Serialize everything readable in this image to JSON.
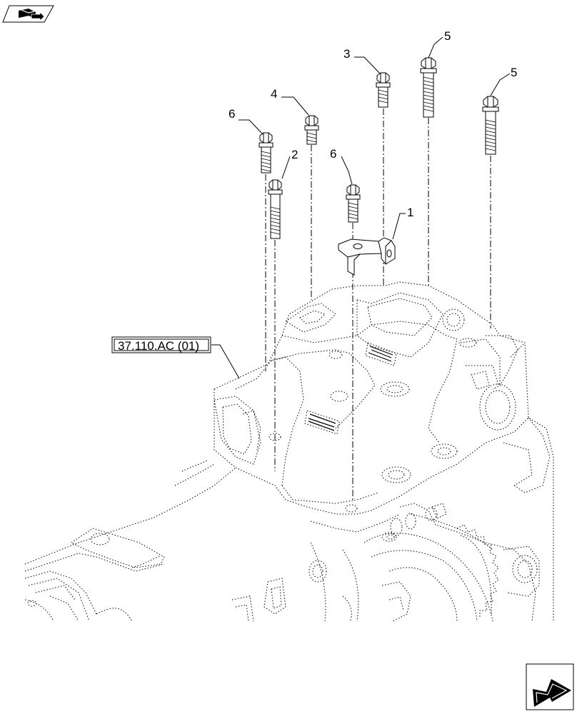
{
  "reference_label": "37.110.AC (01)",
  "callouts": [
    {
      "id": "c1",
      "label": "1"
    },
    {
      "id": "c2",
      "label": "2"
    },
    {
      "id": "c3",
      "label": "3"
    },
    {
      "id": "c4",
      "label": "4"
    },
    {
      "id": "c5a",
      "label": "5"
    },
    {
      "id": "c5b",
      "label": "5"
    },
    {
      "id": "c6a",
      "label": "6"
    },
    {
      "id": "c6b",
      "label": "6"
    }
  ],
  "icons": {
    "top_left": "book-open-icon",
    "bottom_right": "next-page-arrow-icon"
  }
}
